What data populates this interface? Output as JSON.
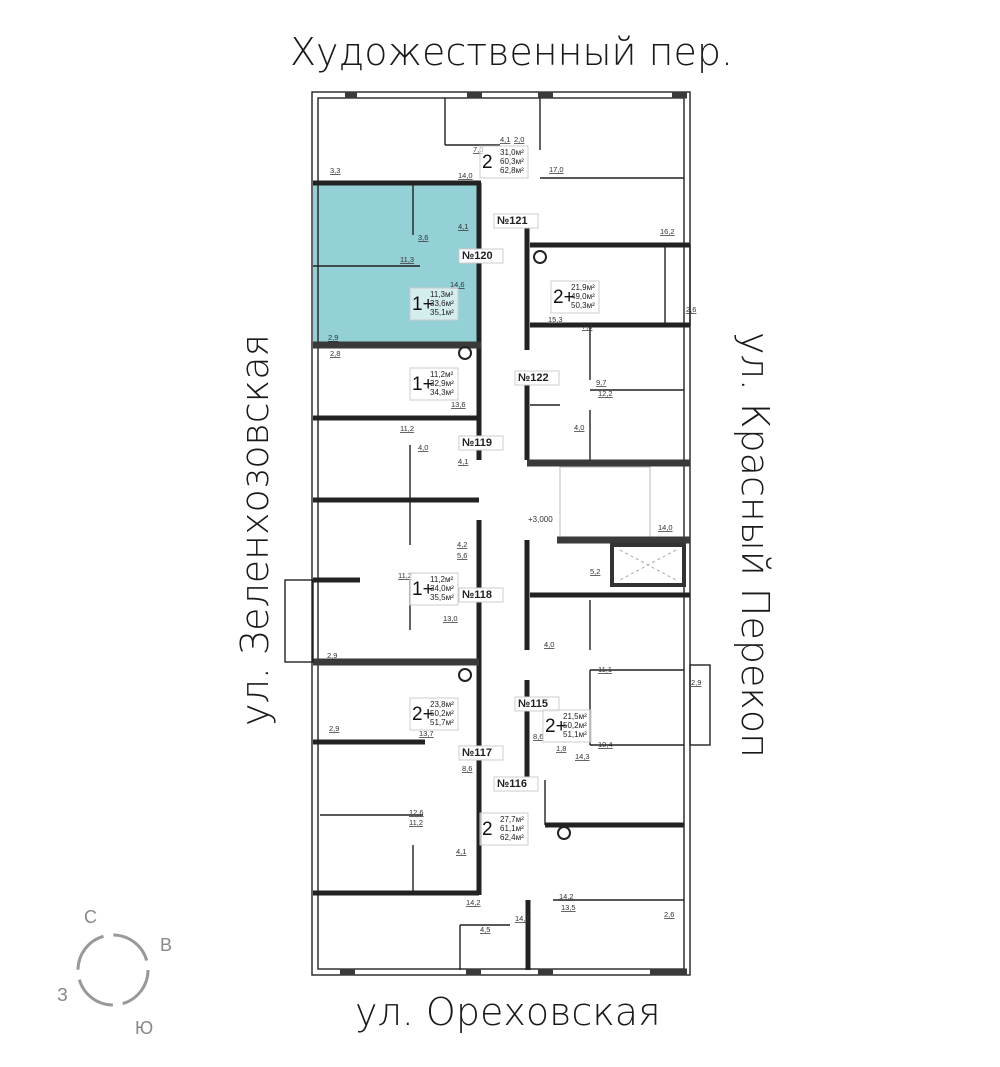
{
  "streets": {
    "north": "Художественный пер.",
    "west": "ул. Зеленхозовская",
    "east": "ул. Красный Перекоп",
    "south": "ул. Ореховская"
  },
  "compass": {
    "n": "С",
    "e": "В",
    "w": "З",
    "s": "Ю"
  },
  "highlight_color": "#8dcfd5",
  "level_mark": "+3,000",
  "apartments": [
    {
      "number": "№121",
      "rooms": "2",
      "living": "31,0м²",
      "total": "60,3м²",
      "total_balcony": "62,8м²"
    },
    {
      "number": "№120",
      "rooms": "1+",
      "living": "11,3м²",
      "total": "33,6м²",
      "total_balcony": "35,1м²",
      "selected": true
    },
    {
      "number": "№122",
      "rooms": "2+",
      "living": "21,9м²",
      "total": "49,0м²",
      "total_balcony": "50,3м²"
    },
    {
      "number": "№119",
      "rooms": "1+",
      "living": "11,2м²",
      "total": "32,9м²",
      "total_balcony": "34,3м²"
    },
    {
      "number": "№118",
      "rooms": "1+",
      "living": "11,2м²",
      "total": "34,0м²",
      "total_balcony": "35,5м²"
    },
    {
      "number": "№117",
      "rooms": "2+",
      "living": "23,8м²",
      "total": "50,2м²",
      "total_balcony": "51,7м²"
    },
    {
      "number": "№115",
      "rooms": "2+",
      "living": "21,5м²",
      "total": "50,2м²",
      "total_balcony": "51,1м²"
    },
    {
      "number": "№116",
      "rooms": "2",
      "living": "27,7м²",
      "total": "61,1м²",
      "total_balcony": "62,4м²"
    }
  ],
  "room_dims": [
    "4,1",
    "2,0",
    "7,0",
    "3,3",
    "14,0",
    "17,0",
    "3,6",
    "4,1",
    "11,3",
    "16,2",
    "14,6",
    "2,6",
    "15,3",
    "7,8",
    "2,9",
    "2,8",
    "9,7",
    "12,2",
    "13,6",
    "4,0",
    "11,2",
    "4,0",
    "4,1",
    "4,2",
    "5,6",
    "11,2",
    "13,0",
    "14,0",
    "5,2",
    "4,0",
    "11,1",
    "2,9",
    "2,9",
    "2,9",
    "13,7",
    "8,6",
    "1,8",
    "10,4",
    "14,3",
    "8,6",
    "12,6",
    "11,2",
    "4,1",
    "14,2",
    "14,2",
    "13,5",
    "14,7",
    "4,5",
    "2,6"
  ]
}
